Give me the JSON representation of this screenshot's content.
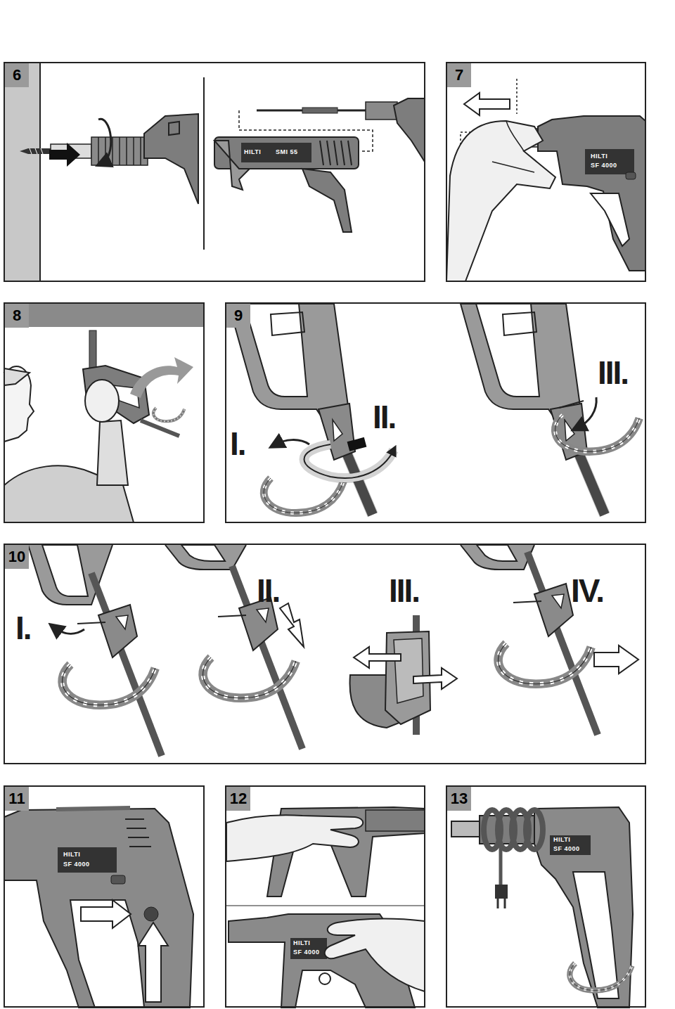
{
  "diagram": {
    "nodes": [
      {
        "text": [
          "6"
        ]
      },
      {
        "text": [
          "7"
        ]
      },
      {
        "text": [
          "8"
        ]
      },
      {
        "text": [
          "9"
        ]
      },
      {
        "text": [
          "10"
        ]
      },
      {
        "text": [
          "11"
        ]
      },
      {
        "text": [
          "12"
        ]
      },
      {
        "text": [
          "13"
        ]
      }
    ],
    "labels": [
      "HILTI",
      "SMI 55",
      "HILTI",
      "SF 4000",
      "I.",
      "II.",
      "III.",
      "I.",
      "II.",
      "III.",
      "IV.",
      "HILTI",
      "SF 4000",
      "HILTI",
      "SF 4000",
      "HILTI",
      "SF 4000"
    ]
  }
}
